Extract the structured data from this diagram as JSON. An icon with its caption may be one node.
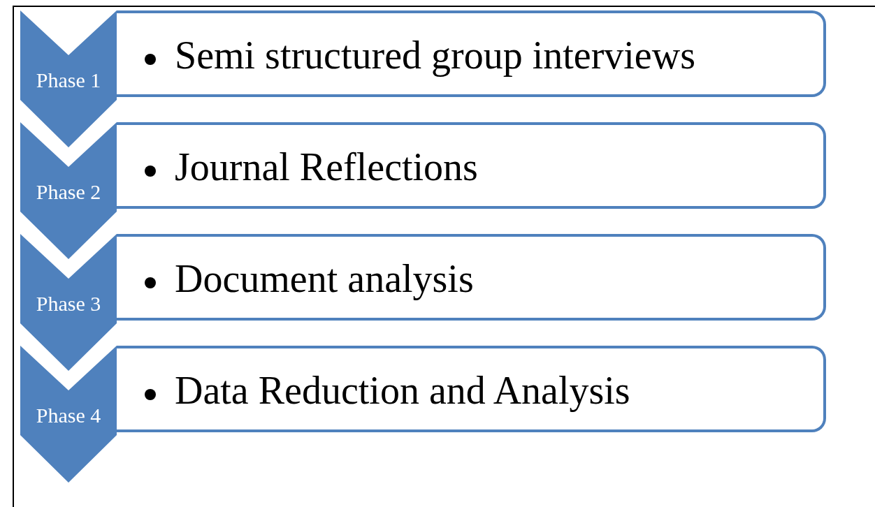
{
  "diagram": {
    "nodes": [
      {
        "text": [
          "Phase 1"
        ]
      },
      {
        "text": [
          "Semi structured group interviews"
        ]
      },
      {
        "text": [
          "Phase 2"
        ]
      },
      {
        "text": [
          "Journal Reflections"
        ]
      },
      {
        "text": [
          "Phase 3"
        ]
      },
      {
        "text": [
          "Document analysis"
        ]
      },
      {
        "text": [
          "Phase 4"
        ]
      },
      {
        "text": [
          "Data Reduction and Analysis"
        ]
      }
    ]
  }
}
